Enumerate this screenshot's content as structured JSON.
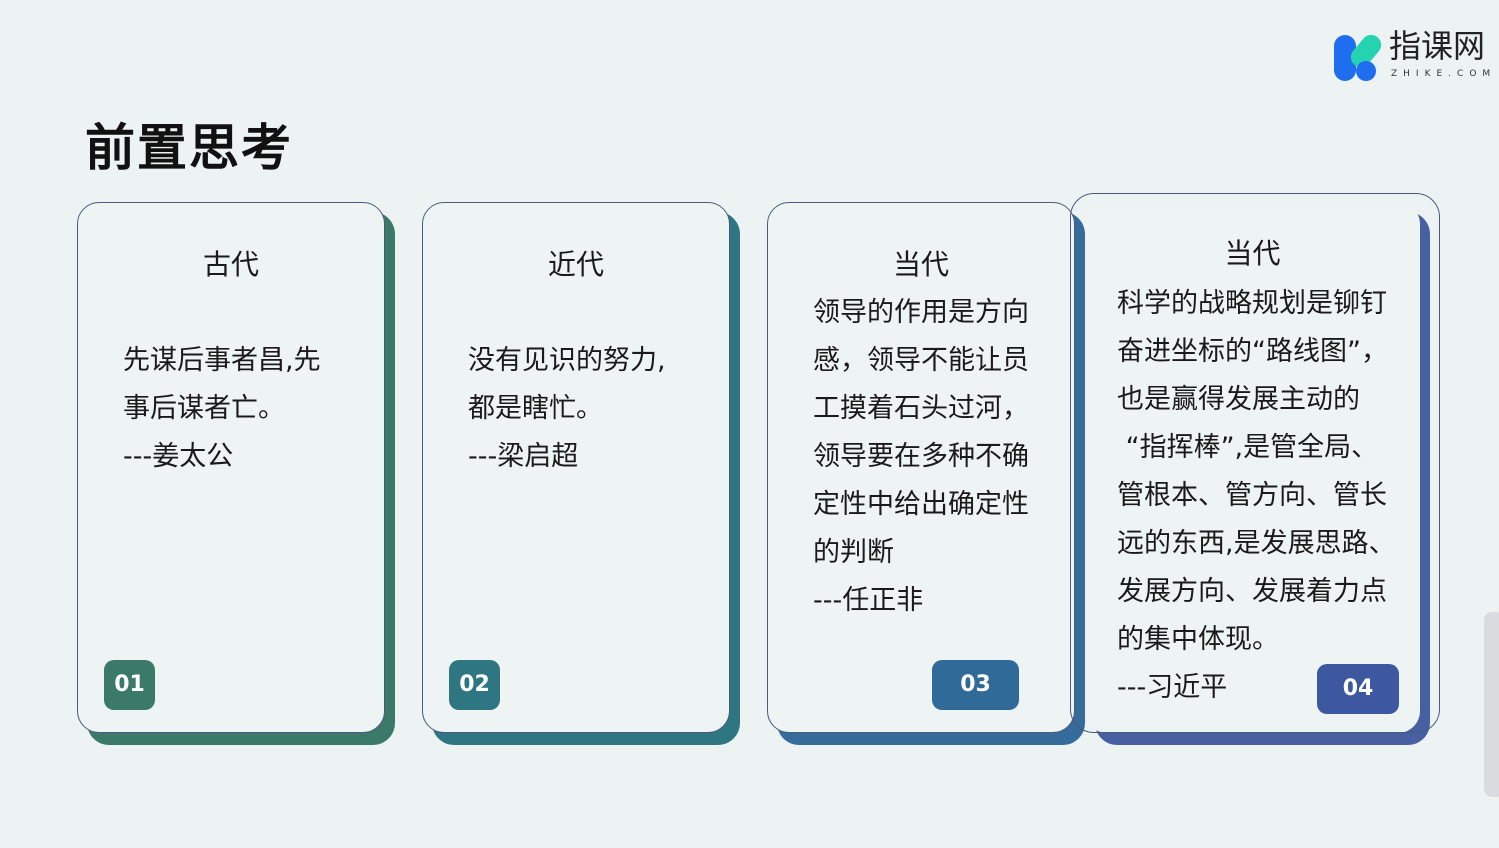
{
  "page_title": "前置思考",
  "logo": {
    "name": "指课网",
    "domain": "ZHIKE.COM"
  },
  "colors": {
    "card1": "#3b7a68",
    "card2": "#2e7682",
    "card3": "#356c9c",
    "card4": "#4660a2"
  },
  "cards": [
    {
      "heading": "古代",
      "body": "先谋后事者昌,先\n事后谋者亡。\n---姜太公",
      "badge": "01"
    },
    {
      "heading": "近代",
      "body": "没有见识的努力,\n都是瞎忙。\n---梁启超",
      "badge": "02"
    },
    {
      "heading": "当代",
      "body": "领导的作用是方向\n感，领导不能让员\n工摸着石头过河，\n领导要在多种不确\n定性中给出确定性\n的判断\n---任正非",
      "badge": "03"
    },
    {
      "heading": "当代",
      "body": "科学的战略规划是铆钉\n奋进坐标的“路线图”，\n也是赢得发展主动的\n “指挥棒”,是管全局、\n管根本、管方向、管长\n远的东西,是发展思路、\n发展方向、发展着力点\n的集中体现。\n---习近平",
      "badge": "04"
    }
  ]
}
